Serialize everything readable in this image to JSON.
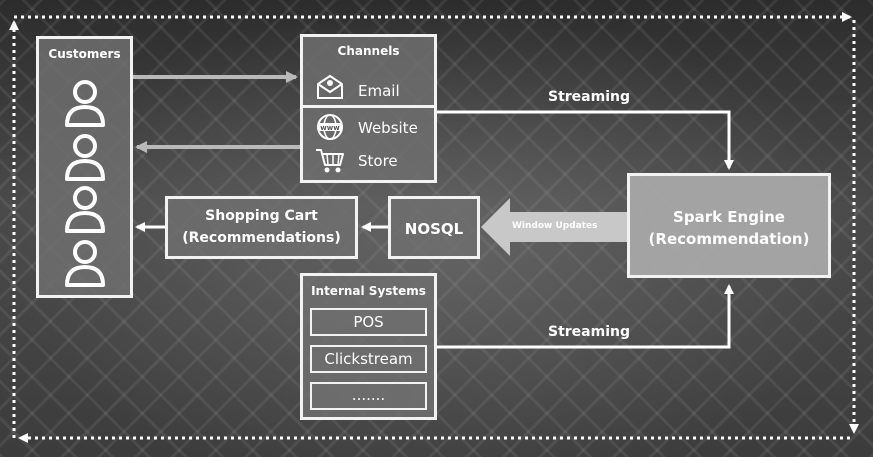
{
  "customers": {
    "title": "Customers",
    "person_count": 4
  },
  "channels": {
    "title": "Channels",
    "items": [
      {
        "label": "Email",
        "icon": "email-icon"
      },
      {
        "label": "Website",
        "icon": "globe-www-icon"
      },
      {
        "label": "Store",
        "icon": "shopping-cart-icon"
      }
    ]
  },
  "shopping_cart": {
    "line1": "Shopping Cart",
    "line2": "(Recommendations)"
  },
  "nosql": {
    "label": "NOSQL"
  },
  "spark": {
    "line1": "Spark Engine",
    "line2": "(Recommendation)"
  },
  "internal": {
    "title": "Internal Systems",
    "items": [
      {
        "label": "POS"
      },
      {
        "label": "Clickstream"
      },
      {
        "label": "......."
      }
    ]
  },
  "flows": {
    "streaming_top": "Streaming",
    "streaming_bottom": "Streaming",
    "window_updates": "Window Updates"
  },
  "colors": {
    "border": "#f2f2f2",
    "box_fill": "#6e6e6e",
    "spark_fill": "#a8a8a8"
  }
}
